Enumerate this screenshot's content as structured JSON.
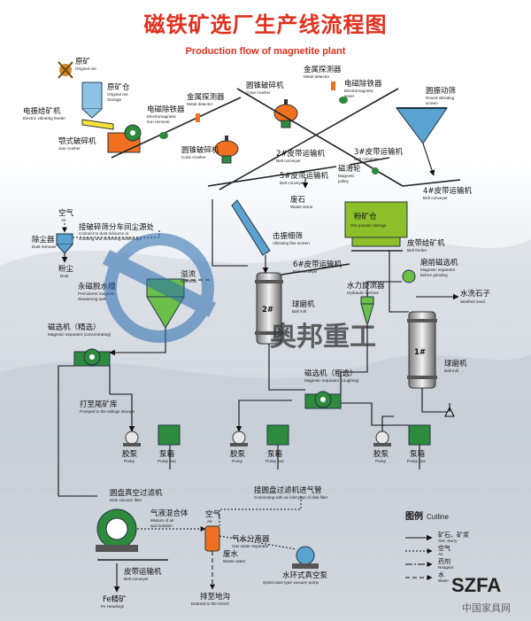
{
  "title": {
    "cn": "磁铁矿选厂生产线流程图",
    "en": "Production flow of magnetite plant"
  },
  "labels": {
    "original_ore": {
      "cn": "原矿",
      "en": "Original ore"
    },
    "ore_bin": {
      "cn": "原矿仓",
      "en1": "Original ore",
      "en2": "Storage"
    },
    "feeder1": {
      "cn": "电振给矿机",
      "en": "Electric vibrating feeder"
    },
    "jaw": {
      "cn": "颚式破碎机",
      "en": "Jaw crusher"
    },
    "magnet_sep1": {
      "cn": "电磁除铁器",
      "en1": "Electromagnetic",
      "en2": "iron remover"
    },
    "metal_det1": {
      "cn": "金属探测器",
      "en": "Metal detector"
    },
    "cone1": {
      "cn": "圆锥破碎机",
      "en": "Cone crusher"
    },
    "metal_det2": {
      "cn": "金属探测器",
      "en": "Metal detector"
    },
    "magnet_sep2": {
      "cn": "电磁除铁器",
      "en1": "Electromagnetic",
      "en2": "sever"
    },
    "cone2": {
      "cn": "圆锥破碎机",
      "en": "Cone crusher"
    },
    "round_screen": {
      "cn": "圆振动筛",
      "en1": "Round vibrating",
      "en2": "screen"
    },
    "belt2": {
      "cn": "2#皮带运输机",
      "en": "Belt conveyer"
    },
    "belt3": {
      "cn": "3#皮带运输机",
      "en": "Belt conveyer"
    },
    "belt5": {
      "cn": "5#皮带运输机",
      "en": "Belt conveyer"
    },
    "pulley": {
      "cn": "磁滑轮",
      "en1": "Magnetic",
      "en2": "pulley"
    },
    "belt4": {
      "cn": "4#皮带运输机",
      "en": "Belt conveyer"
    },
    "waste_stone": {
      "cn": "废石",
      "en": "Waste stone"
    },
    "air": {
      "cn": "空气",
      "en": "Air"
    },
    "connect_dust": {
      "cn": "接破碎筛分车间尘源处",
      "en1": "Connect to dust resource in",
      "en2": "crushing and screening workshops"
    },
    "dust_remover": {
      "cn": "除尘器",
      "en": "Dust remover"
    },
    "dust": {
      "cn": "粉尘",
      "en": "Dust"
    },
    "vib_screen": {
      "cn": "击振细筛",
      "en": "Vibrating fine screen"
    },
    "powder_bin": {
      "cn": "粉矿仓",
      "en": "Ore powder storage"
    },
    "belt_feeder": {
      "cn": "皮带给矿机",
      "en": "Belt feeder"
    },
    "belt6": {
      "cn": "6#皮带运输机",
      "en": "Belt conveyer"
    },
    "dewater_tank": {
      "cn": "永磁脱水槽",
      "en1": "Permanent magnetic",
      "en2": "dewatering tank"
    },
    "overflow": {
      "cn": "溢流",
      "en": "Overflow"
    },
    "sep_before_grind": {
      "cn": "磨前磁选机",
      "en1": "Magnetic separator",
      "en2": "before grinding"
    },
    "hydrocyclone": {
      "cn": "水力旋流器",
      "en": "Hydraulic cyclone"
    },
    "washed_sand": {
      "cn": "水洗石子",
      "en": "Washed sand"
    },
    "ballmill2": {
      "cn": "球磨机",
      "en": "Ball mill",
      "num": "2#"
    },
    "ballmill1": {
      "cn": "球磨机",
      "en": "Ball mill",
      "num": "1#"
    },
    "mag_sep_conc": {
      "cn": "磁选机（精选）",
      "en": "Magnetic separator (concentrating)"
    },
    "mag_sep_rough": {
      "cn": "磁选机（粗选）",
      "en": "Magnetic separator (roughing)"
    },
    "tailings": {
      "cn": "打至尾矿库",
      "en": "Pumped to the tailings storage"
    },
    "pump": {
      "cn": "胶泵",
      "en": "Pump"
    },
    "pump_box": {
      "cn": "泵箱",
      "en": "Pump box"
    },
    "disk_filter": {
      "cn": "圆盘真空过滤机",
      "en": "Disk vacuum filter"
    },
    "air_mix": {
      "cn": "气液混合体",
      "en1": "Mixture of air",
      "en2": "and solution"
    },
    "gas_water_sep": {
      "cn": "气水分离器",
      "en": "Gas water separator"
    },
    "connect_filter": {
      "cn": "接圆盘过滤机进气管",
      "en": "Connecting with air inlet pipe of disk filter"
    },
    "waste_water": {
      "cn": "废水",
      "en": "Waste water"
    },
    "vac_pump": {
      "cn": "水环式真空泵",
      "en": "Spiral vane type vacuum pump"
    },
    "belt_conv": {
      "cn": "皮带运输机",
      "en": "Belt conveyer"
    },
    "trench": {
      "cn": "排至地沟",
      "en": "Drained to the trench"
    },
    "fe_conc": {
      "cn": "Fe精矿",
      "en": "Fe Headings"
    }
  },
  "legend": {
    "title": "图例",
    "title_en": "Cutline",
    "items": [
      {
        "cn": "矿石、矿浆",
        "en": "Ore, slurry"
      },
      {
        "cn": "空气",
        "en": "Air"
      },
      {
        "cn": "药剂",
        "en": "Reagent"
      },
      {
        "cn": "水",
        "en": "Water"
      }
    ]
  },
  "watermark": {
    "brand_cn": "奥邦重工",
    "logo": "SZFA",
    "site": "中国家具网"
  },
  "colors": {
    "title": "#e0301e",
    "equipment_orange": "#f07020",
    "equipment_green": "#2e8a3c",
    "equipment_blue": "#5aa3d0",
    "feeder_yellow": "#f5e23a"
  }
}
